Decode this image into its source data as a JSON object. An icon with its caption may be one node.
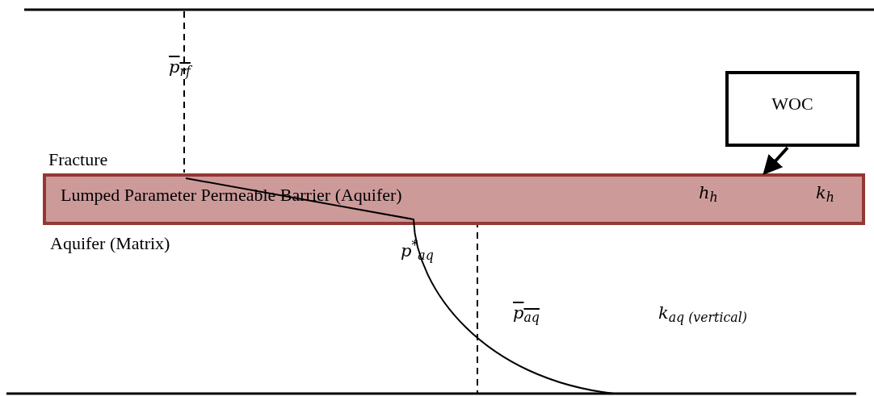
{
  "diagram": {
    "nodes": [
      {
        "text": [
          "WOC"
        ]
      },
      {
        "text": [
          "Lumped Parameter Permeable Barrier (Aquifer)",
          "h$_{h}$",
          "k$_{h}$"
        ]
      }
    ],
    "edges": [
      {
        "from": 0,
        "to": 1,
        "arrow": "to"
      }
    ],
    "labels": [
      "p$_{rf}$",
      "Fracture",
      "Aquifer (Matrix)",
      "p$^{*}$$_{aq}$",
      "p$_{aq}$",
      "k$_{aq (vertical)}$"
    ]
  }
}
